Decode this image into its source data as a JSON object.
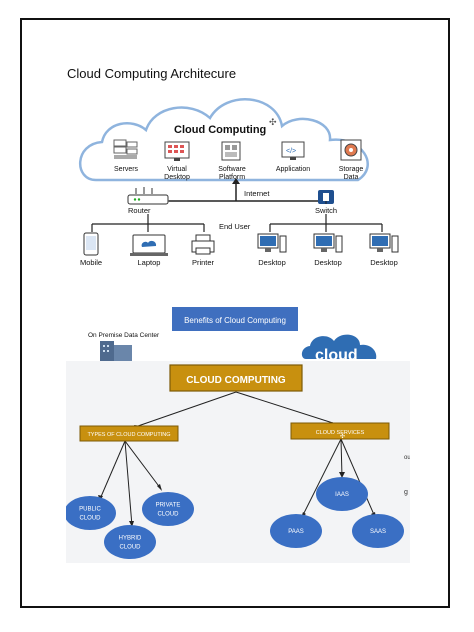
{
  "page": {
    "title": "Cloud Computing Architecure"
  },
  "architecture": {
    "cloud_label": "Cloud Computing",
    "services": [
      {
        "label_lines": [
          "Servers"
        ],
        "icon": "servers-icon"
      },
      {
        "label_lines": [
          "Virtual",
          "Desktop"
        ],
        "icon": "virtual-desktop-icon"
      },
      {
        "label_lines": [
          "Software",
          "Platform"
        ],
        "icon": "software-platform-icon"
      },
      {
        "label_lines": [
          "Application"
        ],
        "icon": "application-icon"
      },
      {
        "label_lines": [
          "Storage",
          "Data"
        ],
        "icon": "storage-data-icon"
      }
    ],
    "internet_label": "Internet",
    "router_label": "Router",
    "switch_label": "Switch",
    "end_user_label": "End User",
    "router_devices": [
      {
        "label": "Mobile"
      },
      {
        "label": "Laptop"
      },
      {
        "label": "Printer"
      }
    ],
    "switch_devices": [
      {
        "label": "Desktop"
      },
      {
        "label": "Desktop"
      },
      {
        "label": "Desktop"
      }
    ],
    "colors": {
      "cloud_fill": "#ffffff",
      "cloud_stroke": "#8fb4de",
      "icon_blue": "#2f6db3",
      "switch_blue": "#1f4f8f"
    }
  },
  "benefits": {
    "banner": "Benefits of Cloud Computing",
    "on_premise": "On Premise Data Center",
    "cloud_word": "cloud",
    "color": "#3f6fbf"
  },
  "concept_map": {
    "root": "CLOUD COMPUTING",
    "left_branch": "TYPES OF CLOUD COMPUTING",
    "right_branch": "CLOUD SERVICES",
    "types": [
      "PUBLIC CLOUD",
      "HYBRID CLOUD",
      "PRIVATE CLOUD"
    ],
    "services": [
      "PAAS",
      "IAAS",
      "SAAS"
    ],
    "fragments": [
      "oud",
      "g"
    ],
    "colors": {
      "box_fill": "#c8900f",
      "box_stroke": "#7d5a06",
      "ellipse_fill": "#3a6fc4",
      "bg": "#f3f4f6"
    }
  }
}
